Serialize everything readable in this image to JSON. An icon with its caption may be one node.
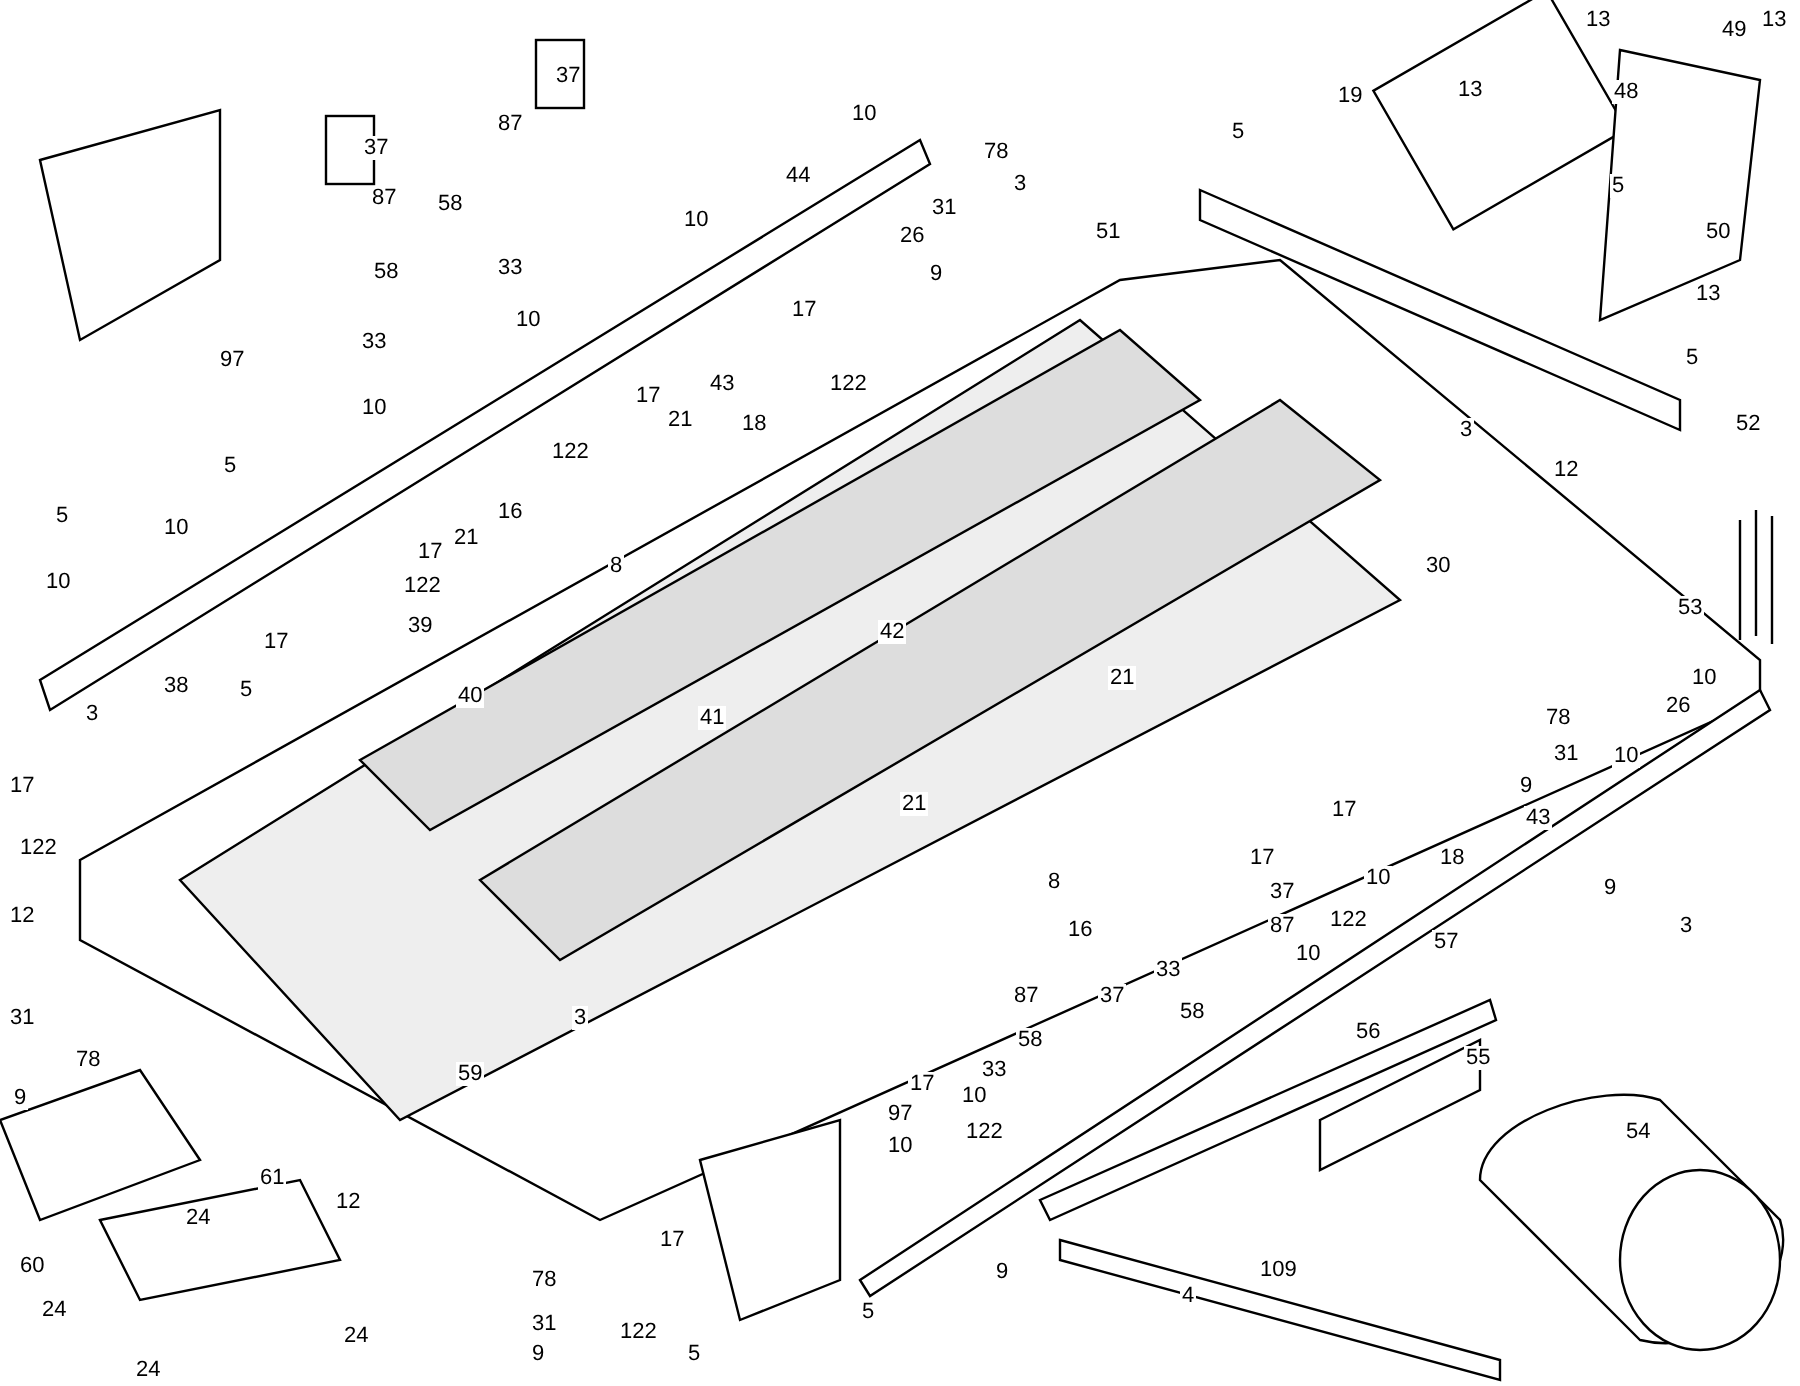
{
  "diagram": {
    "labels": [
      "13",
      "13",
      "49",
      "37",
      "10",
      "87",
      "19",
      "13",
      "48",
      "5",
      "37",
      "44",
      "78",
      "3",
      "58",
      "87",
      "31",
      "5",
      "50",
      "10",
      "26",
      "9",
      "51",
      "58",
      "33",
      "13",
      "97",
      "10",
      "33",
      "17",
      "5",
      "52",
      "43",
      "122",
      "18",
      "10",
      "17",
      "21",
      "122",
      "5",
      "3",
      "12",
      "5",
      "16",
      "21",
      "8",
      "10",
      "17",
      "122",
      "30",
      "10",
      "17",
      "39",
      "40",
      "5",
      "42",
      "41",
      "38",
      "3",
      "53",
      "10",
      "21",
      "26",
      "78",
      "31",
      "10",
      "9",
      "17",
      "17",
      "43",
      "122",
      "21",
      "18",
      "17",
      "10",
      "12",
      "37",
      "122",
      "87",
      "16",
      "8",
      "33",
      "9",
      "3",
      "57",
      "10",
      "87",
      "37",
      "58",
      "3",
      "31",
      "78",
      "58",
      "9",
      "56",
      "55",
      "59",
      "17",
      "33",
      "10",
      "97",
      "122",
      "54",
      "10",
      "61",
      "12",
      "24",
      "60",
      "17",
      "109",
      "9",
      "4",
      "78",
      "24",
      "5",
      "31",
      "122",
      "24",
      "9",
      "5",
      "24"
    ]
  }
}
